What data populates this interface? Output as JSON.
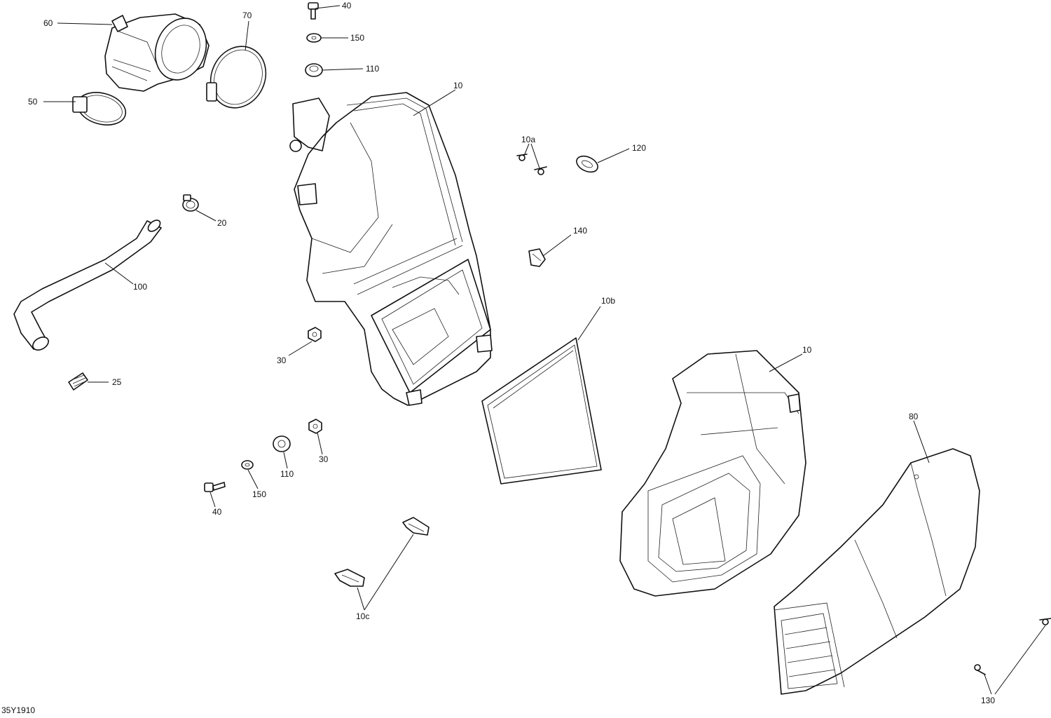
{
  "diagram_id": "35Y1910",
  "callouts": {
    "c60": "60",
    "c70": "70",
    "c40a": "40",
    "c150a": "150",
    "c110a": "110",
    "c10a": "10",
    "c50": "50",
    "c10a_sub": "10a",
    "c120": "120",
    "c20": "20",
    "c140": "140",
    "c100": "100",
    "c10b": "10b",
    "c30a": "30",
    "c10b2": "10",
    "c25": "25",
    "c80": "80",
    "c30b": "30",
    "c110b": "110",
    "c150b": "150",
    "c40b": "40",
    "c10c": "10c",
    "c130": "130"
  }
}
